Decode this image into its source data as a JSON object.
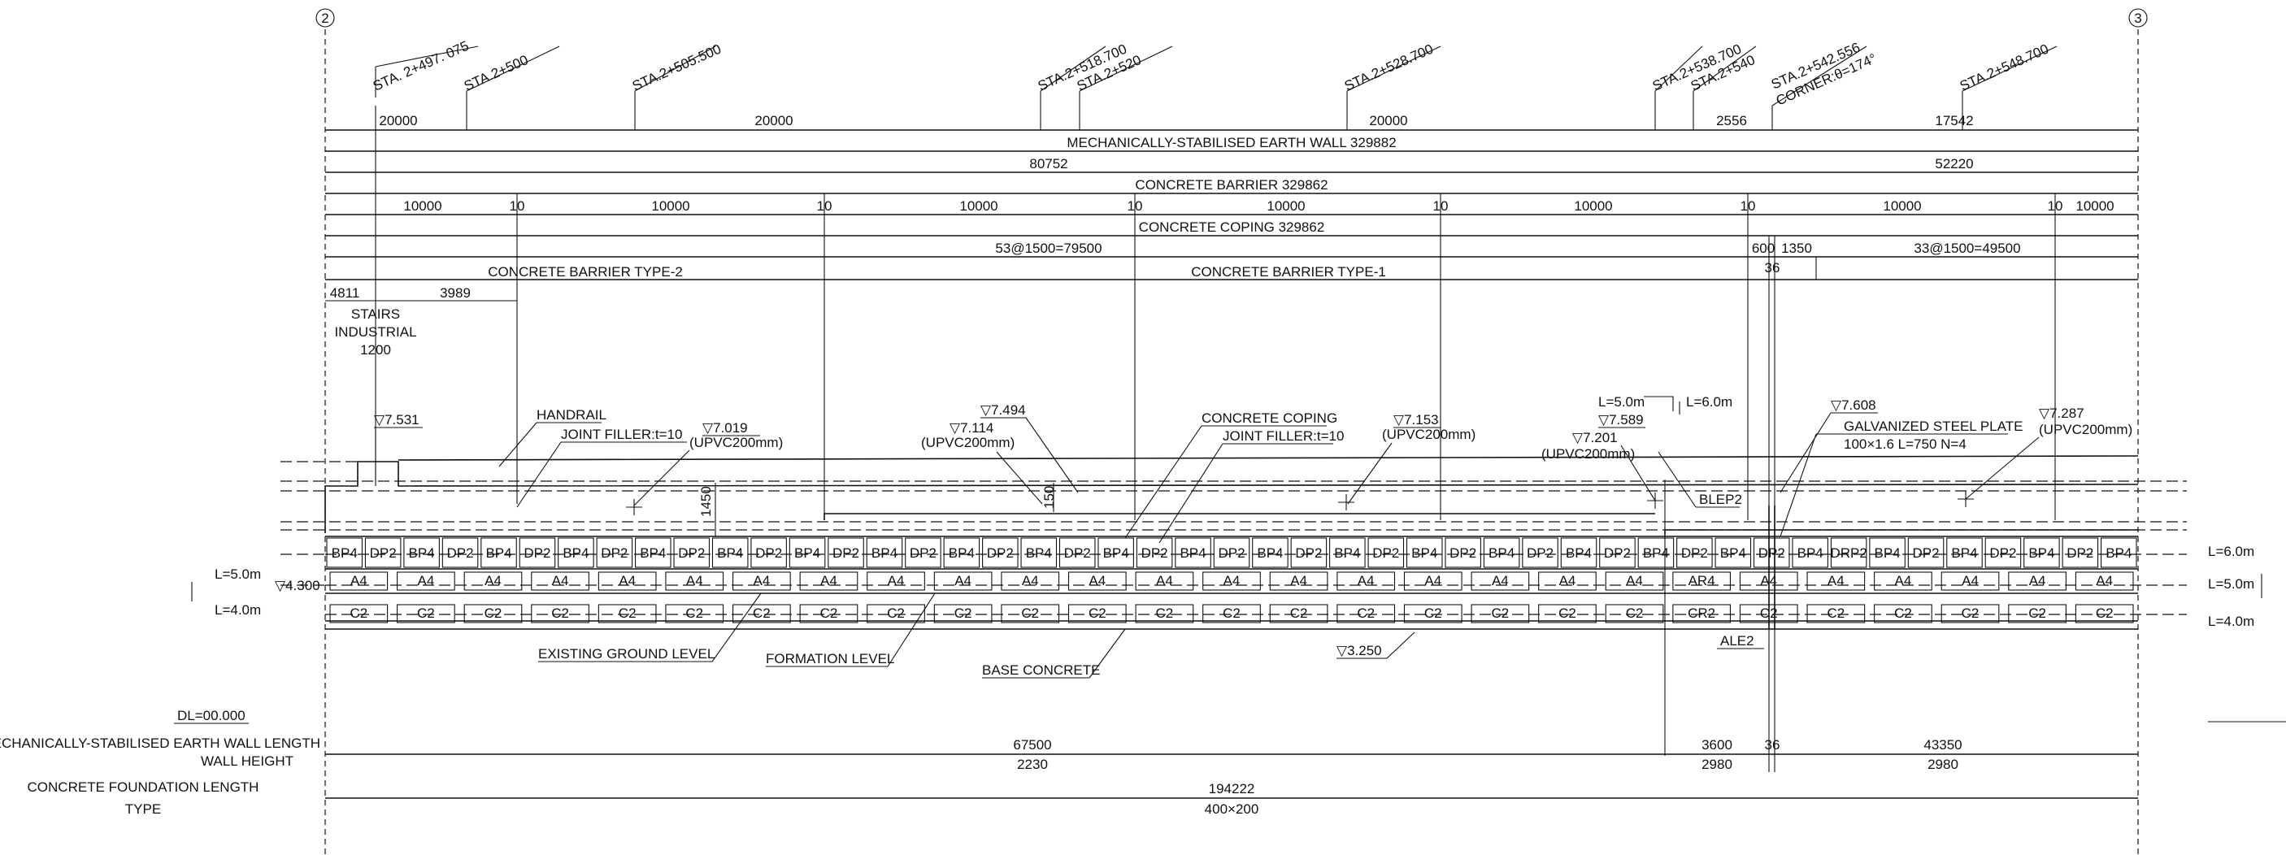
{
  "grid": {
    "left": "2",
    "right": "3"
  },
  "stations": [
    "STA. 2+497. 075",
    "STA.2+500",
    "STA.2+505.500",
    "STA.2+518.700",
    "STA.2+520",
    "STA.2+528.700",
    "STA.2+538.700",
    "STA.2+540",
    "STA.2+542.556",
    "CORNER:θ=174°",
    "STA.2+548.700"
  ],
  "dims_row1": [
    "20000",
    "20000",
    "20000",
    "2556",
    "17542"
  ],
  "msew_total": "MECHANICALLY-STABILISED EARTH WALL 329882",
  "dims_row3": [
    "80752",
    "52220"
  ],
  "barrier_total": "CONCRETE BARRIER 329862",
  "barrier_segments": [
    "10000",
    "10",
    "10000",
    "10",
    "10000",
    "10",
    "10000",
    "10",
    "10000",
    "10",
    "10000",
    "10",
    "10000"
  ],
  "coping_total": "CONCRETE COPING 329862",
  "coping_dims": [
    "53@1500=79500",
    "600",
    "1350",
    "33@1500=49500",
    "36"
  ],
  "barrier_types": [
    "CONCRETE BARRIER TYPE-2",
    "CONCRETE BARRIER TYPE-1"
  ],
  "stairs_dims": [
    "4811",
    "3989"
  ],
  "stairs_label": [
    "STAIRS",
    "INDUSTRIAL",
    "1200"
  ],
  "levels": [
    "▽7.531",
    "▽7.019",
    "▽7.114",
    "▽7.494",
    "▽7.153",
    "▽7.589",
    "▽7.201",
    "▽7.608",
    "▽7.287",
    "▽4.300",
    "▽3.250"
  ],
  "upvc": "(UPVC200mm)",
  "callouts": {
    "handrail": "HANDRAIL",
    "joint_filler": "JOINT FILLER:t=10",
    "concrete_coping": "CONCRETE COPING",
    "galvanized": "GALVANIZED STEEL PLATE",
    "galvanized_spec": "100×1.6   L=750 N=4",
    "blep2": "BLEP2",
    "ale2": "ALE2",
    "existing_ground": "EXISTING GROUND LEVEL",
    "formation": "FORMATION LEVEL",
    "base_concrete": "BASE CONCRETE"
  },
  "dims_1450": "1450",
  "dims_150": "150",
  "lengths": [
    "L=5.0m",
    "L=6.0m",
    "L=5.0m",
    "L=4.0m",
    "L=6.0m",
    "L=5.0m",
    "L=4.0m"
  ],
  "panel_top_row": [
    "BP4",
    "DP2",
    "BP4",
    "DP2",
    "BP4",
    "DP2",
    "BP4",
    "DP2",
    "BP4",
    "DP2",
    "BP4",
    "DP2",
    "BP4",
    "DP2",
    "BP4",
    "DP2",
    "BP4",
    "DP2",
    "BP4",
    "DP2",
    "BP4",
    "DP2",
    "BP4",
    "DP2",
    "BP4",
    "DP2",
    "BP4",
    "DP2",
    "BP4",
    "DP2",
    "BP4",
    "DP2",
    "BP4",
    "DP2",
    "BP4",
    "DP2",
    "BP4",
    "DP2",
    "BP4",
    "DRP2",
    "BP4",
    "DP2",
    "BP4",
    "DP2",
    "BP4",
    "DP2",
    "BP4"
  ],
  "panel_a4": [
    "A4",
    "A4",
    "A4",
    "A4",
    "A4",
    "A4",
    "A4",
    "A4",
    "A4",
    "A4",
    "A4",
    "A4",
    "A4",
    "A4",
    "A4",
    "A4",
    "A4",
    "A4",
    "A4",
    "A4",
    "AR4",
    "A4",
    "A4",
    "A4",
    "A4",
    "A4",
    "A4"
  ],
  "panel_c2": [
    "C2",
    "C2",
    "C2",
    "C2",
    "C2",
    "C2",
    "C2",
    "C2",
    "C2",
    "C2",
    "C2",
    "C2",
    "C2",
    "C2",
    "C2",
    "C2",
    "C2",
    "C2",
    "C2",
    "C2",
    "CR2",
    "C2",
    "C2",
    "C2",
    "C2",
    "C2",
    "C2"
  ],
  "datum": "DL=00.000",
  "table": {
    "row1_label": "MECHANICALLY-STABILISED EARTH WALL LENGTH",
    "row2_label": "WALL HEIGHT",
    "row3_label": "CONCRETE FOUNDATION LENGTH",
    "row4_label": "TYPE",
    "lengths": [
      "67500",
      "3600",
      "36",
      "43350"
    ],
    "heights": [
      "2230",
      "2980",
      "2980"
    ],
    "foundation": "194222",
    "type": "400×200"
  }
}
